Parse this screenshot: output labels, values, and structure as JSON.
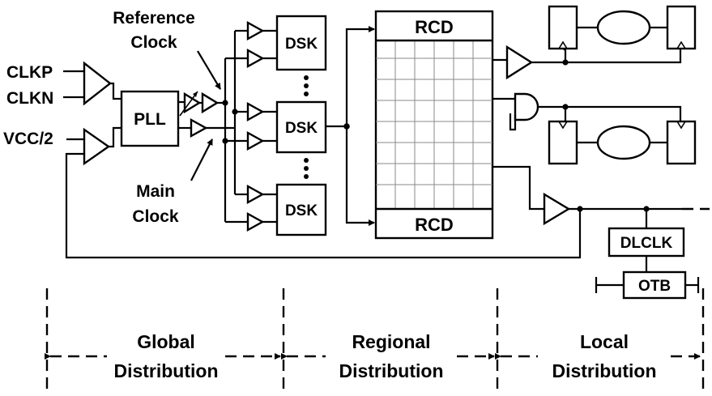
{
  "signals": {
    "clkp": "CLKP",
    "clkn": "CLKN",
    "vcc2": "VCC/2",
    "reference_clock_line1": "Reference",
    "reference_clock_line2": "Clock",
    "main_clock_line1": "Main",
    "main_clock_line2": "Clock"
  },
  "blocks": {
    "pll": "PLL",
    "dsk": "DSK",
    "rcd_top": "RCD",
    "rcd_bottom": "RCD",
    "dlclk": "DLCLK",
    "otb": "OTB"
  },
  "regions": {
    "global_line1": "Global",
    "global_line2": "Distribution",
    "regional_line1": "Regional",
    "regional_line2": "Distribution",
    "local_line1": "Local",
    "local_line2": "Distribution"
  }
}
